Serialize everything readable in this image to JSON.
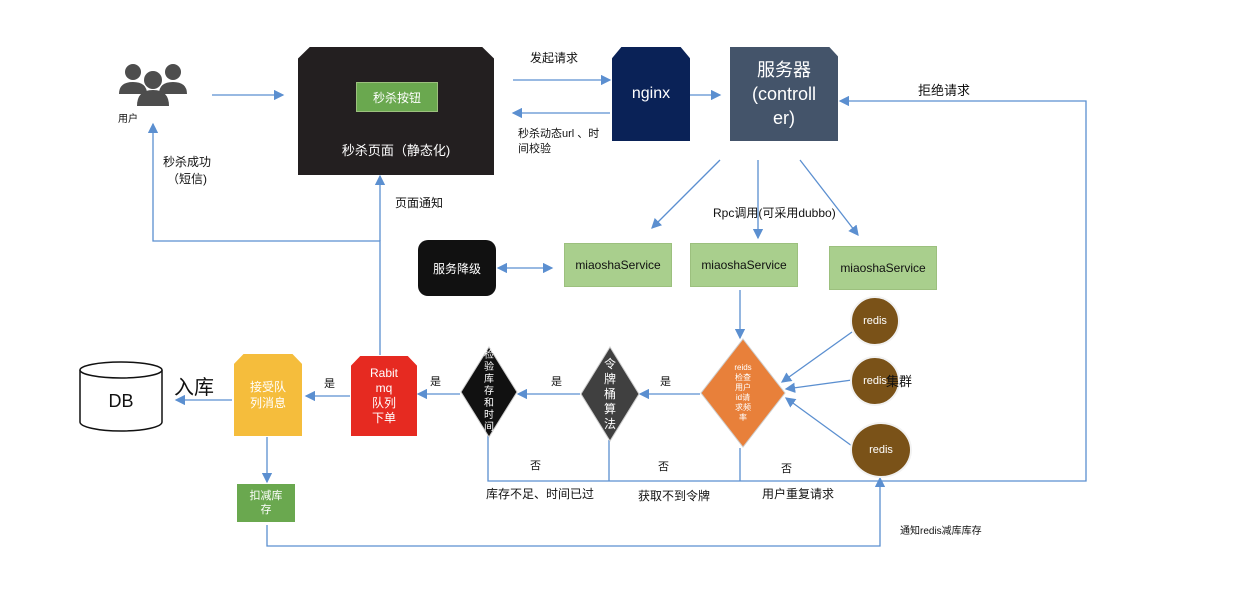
{
  "nodes": {
    "users_label": "用户",
    "seckill_page_title": "秒杀页面（静态化)",
    "seckill_button": "秒杀按钮",
    "nginx": "nginx",
    "server": "服务器\n(controll\ner)",
    "service_degrade": "服务降级",
    "miaosha_service_1": "miaoshaService",
    "miaosha_service_2": "miaoshaService",
    "miaosha_service_3": "miaoshaService",
    "redis_1": "redis",
    "redis_2": "redis",
    "redis_3": "redis",
    "redis_cluster": "集群",
    "check_user_freq": "reids\n检查\n用户\nid请\n求频\n率",
    "token_bucket": "令\n牌\n桶\n算\n法",
    "check_stock_time": "检\n验\n库\n存\n和\n时\n间",
    "rabbitmq_queue": "Rabit\nmq\n队列\n下单",
    "accept_queue_msg": "接受队\n列消息",
    "db": "DB",
    "deduct_stock": "扣减库\n存"
  },
  "edge_labels": {
    "initiate_request": "发起请求",
    "dynamic_url": "秒杀动态url 、时\n间校验",
    "reject_request": "拒绝请求",
    "rpc_call": "Rpc调用(可采用dubbo)",
    "seckill_success": "秒杀成功\n（短信)",
    "page_notify": "页面通知",
    "yes_1": "是",
    "yes_2": "是",
    "yes_3": "是",
    "yes_4": "是",
    "no_1": "否",
    "no_2": "否",
    "no_3": "否",
    "insufficient_stock": "库存不足、时间已过",
    "no_token": "获取不到令牌",
    "repeat_request": "用户重复请求",
    "into_db": "入库",
    "notify_redis": "通知redis减库库存"
  },
  "colors": {
    "arrow": "#5b8fd0",
    "dark_box": "#231f20",
    "nginx_blue": "#0a2257",
    "server_slate": "#44546a",
    "green": "#a9cf8d",
    "orange": "#e8803a",
    "slate_diamond": "#404040",
    "rabbit_red": "#e62a21",
    "queue_yellow": "#f5bd3c",
    "redis_brown": "#7a5218",
    "deduct_green": "#6aa84f"
  },
  "icons": [
    "users-icon",
    "database-icon"
  ]
}
